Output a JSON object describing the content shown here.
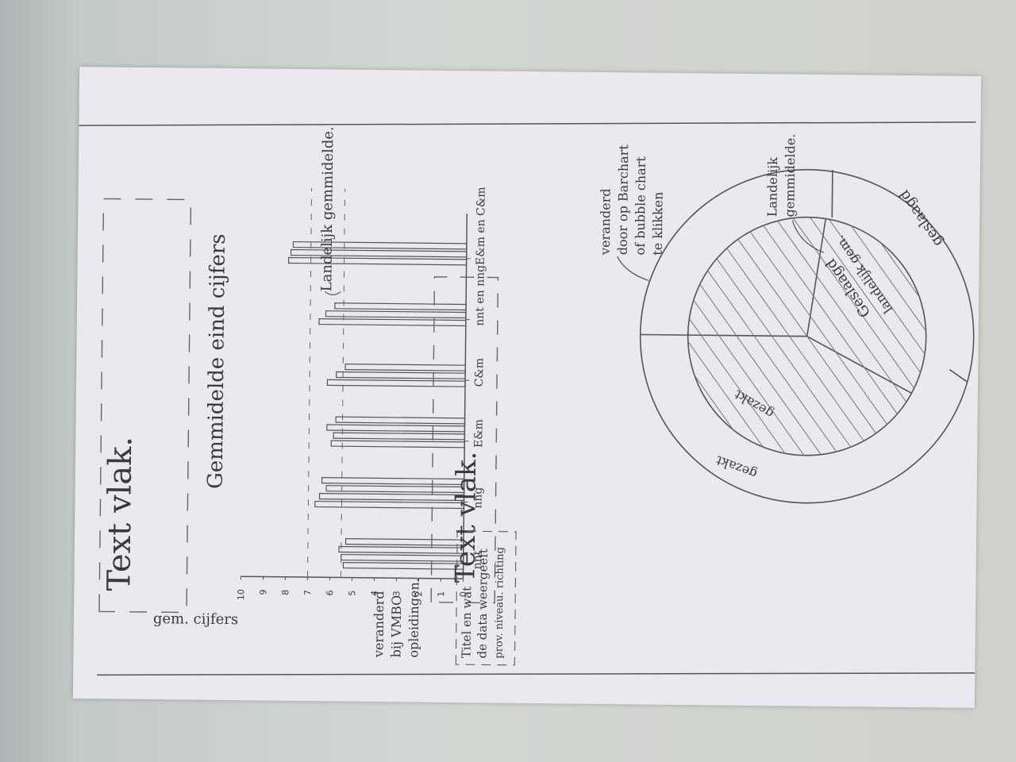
{
  "chart_data": {
    "type": "bar",
    "title": "Gemmidelde eind cijfers",
    "ylabel": "gem. cijfers",
    "ylim": [
      0,
      10
    ],
    "yticks": [
      "0",
      "1",
      "2",
      "3",
      "4",
      "5",
      "6",
      "7",
      "8",
      "9",
      "10"
    ],
    "categories": [
      "nnt",
      "nng",
      "E&m",
      "C&m",
      "nnt en nng",
      "E&m en C&m"
    ],
    "bars": [
      [
        5.4,
        5.5,
        5.6,
        5.3
      ],
      [
        6.7,
        6.5,
        6.2,
        6.4
      ],
      [
        6.0,
        5.9,
        6.2,
        5.8
      ],
      [
        6.2,
        5.8,
        5.4
      ],
      [
        6.6,
        6.3,
        5.9
      ],
      [
        8.0,
        7.9,
        7.8
      ]
    ],
    "reference_line": {
      "value": 5.5
    },
    "reference_line_2": {
      "value": 7.0
    }
  },
  "annotations": {
    "text_vlak_1": "Text vlak.",
    "text_vlak_2": "Text vlak.",
    "landelijk_label": "Landelijk gemmidelde.",
    "veranderd_vmbo": [
      "veranderd",
      "bij VMBO",
      "opleidingen."
    ],
    "titel_note": [
      "Titel en wat",
      "de data weergeeft",
      "prov. niveau. richting"
    ],
    "veranderd_barchart": [
      "veranderd",
      "door op Barchart",
      "of bubble chart",
      "te klikken"
    ],
    "landelijk_donut": [
      "Landelijk",
      "gemmidelde."
    ]
  },
  "donut": {
    "outer_labels": [
      "gezakt",
      "geslaagd"
    ],
    "inner_labels": [
      "gezakt",
      "Geslaagd",
      "landelijk gem."
    ]
  }
}
